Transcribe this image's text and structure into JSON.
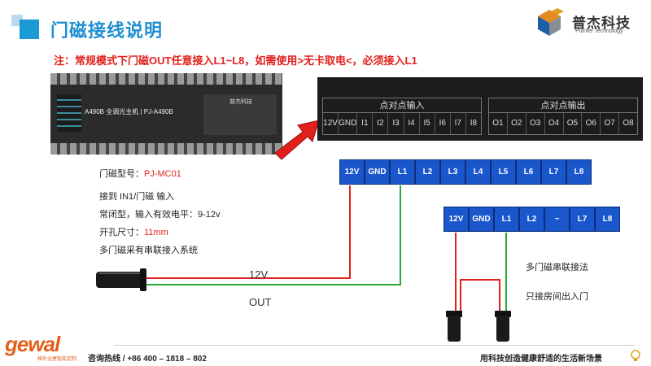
{
  "header": {
    "title": "门磁接线说明",
    "brand_name": "普杰科技",
    "brand_sub": "Puintel Technology"
  },
  "note": "注：常规模式下门磁OUT任意接入L1~L8，如需使用>无卡取电<，必须接入L1",
  "device": {
    "model": "A490B 全调光主机  |  PJ-A490B",
    "panel_logo": "普杰科技"
  },
  "terminal_strip": {
    "input_title": "点对点输入",
    "input_cells": [
      "12V",
      "GND",
      "I1",
      "I2",
      "I3",
      "I4",
      "I5",
      "I6",
      "I7",
      "I8"
    ],
    "output_title": "点对点输出",
    "output_cells": [
      "O1",
      "O2",
      "O3",
      "O4",
      "O5",
      "O6",
      "O7",
      "O8"
    ]
  },
  "block1": [
    "12V",
    "GND",
    "L1",
    "L2",
    "L3",
    "L4",
    "L5",
    "L6",
    "L7",
    "L8"
  ],
  "block2": [
    "12V",
    "GND",
    "L1",
    "L2",
    "~",
    "L7",
    "L8"
  ],
  "info": {
    "model_label": "门磁型号：",
    "model_value": "PJ-MC01",
    "line2": "接到  IN1/门磁  输入",
    "line3": "常闭型，输入有效电平：9-12v",
    "hole_label": "开孔尺寸：",
    "hole_value": "11mm",
    "line5": "多门磁采有串联接入系统"
  },
  "wire_labels": {
    "v12": "12V",
    "out": "OUT"
  },
  "series": {
    "label1": "多门磁串联接法",
    "label2": "只接房间出入门"
  },
  "footer": {
    "logo": "gewal",
    "logo_sub": "格外全屋智能定制",
    "hotline": "咨询热线  / +86 400 – 1818 – 802",
    "slogan": "用科技创造健康舒适的生活新场景"
  },
  "colors": {
    "accent": "#1e8fd0",
    "note": "#e1201c",
    "terminal_blue": "#1a56cc",
    "wire_red": "#e1201c",
    "wire_green": "#2aa83a"
  }
}
